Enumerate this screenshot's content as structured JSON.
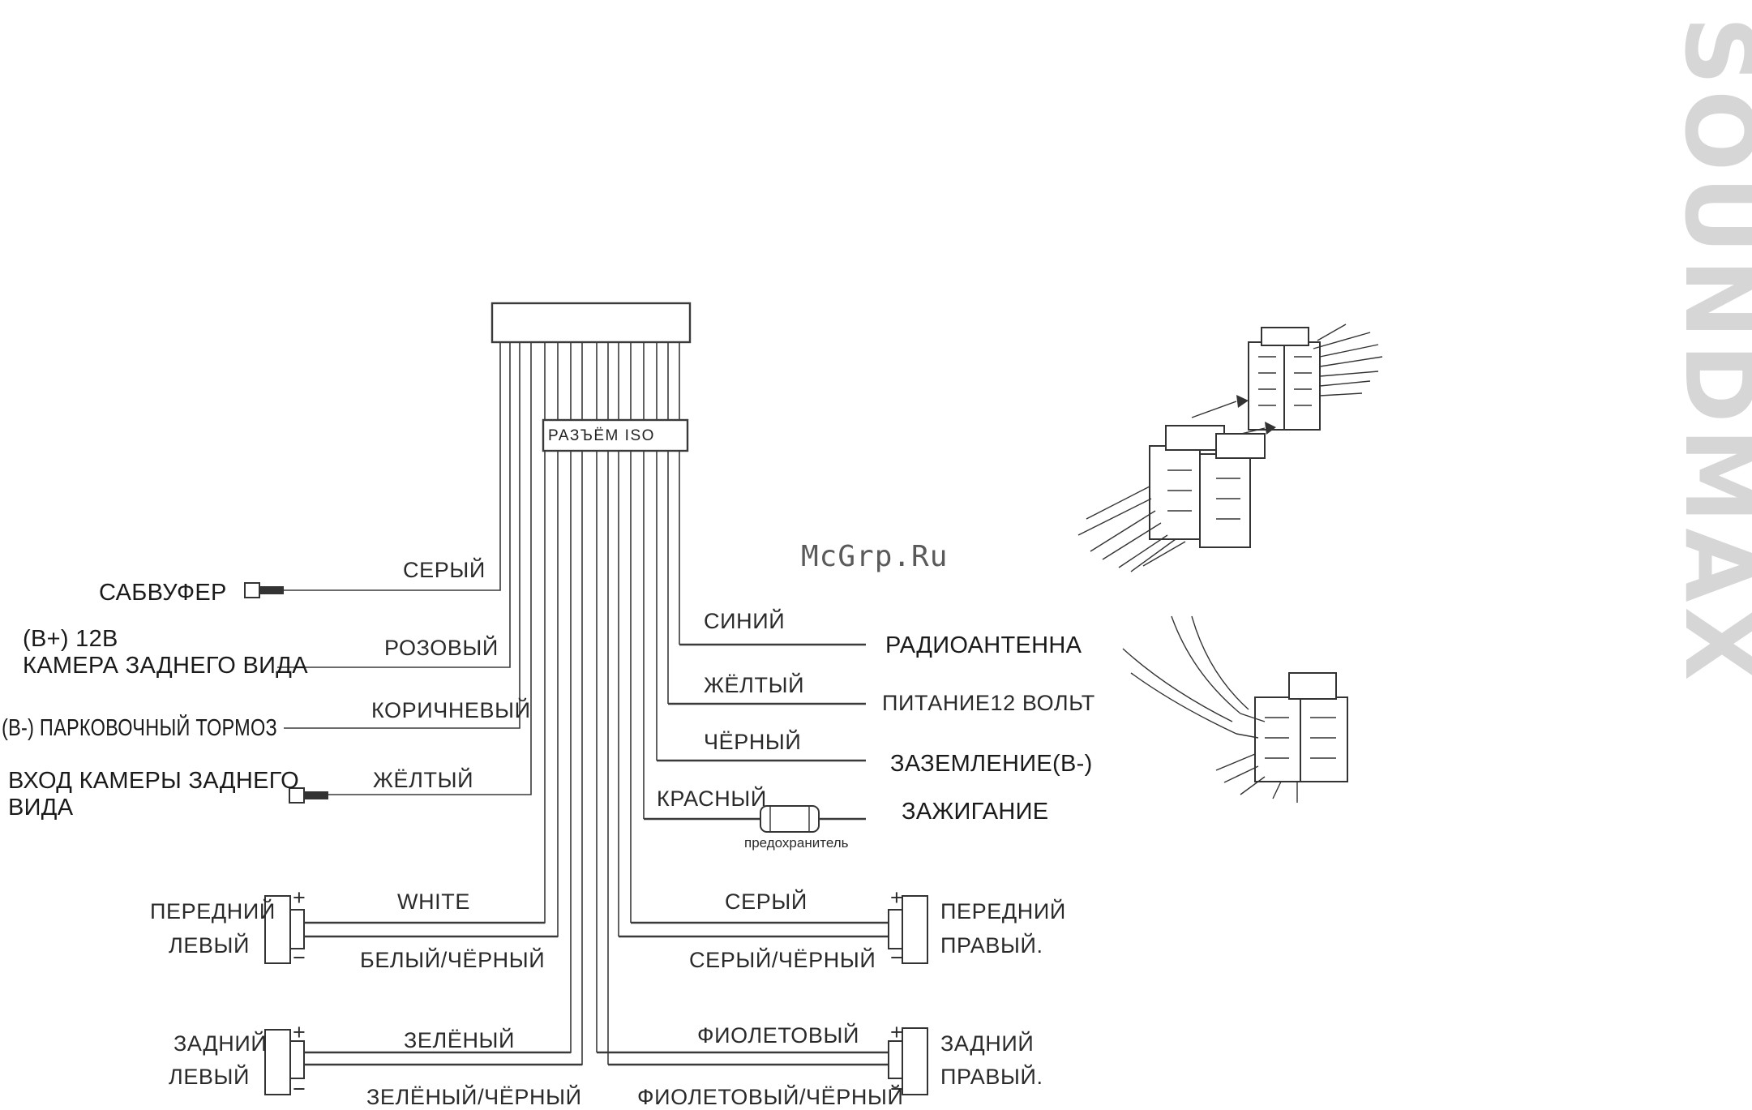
{
  "watermark": "SOUNDMAX",
  "site": "McGrp.Ru",
  "iso_label": "РАЗЪЁМ ISO",
  "left": {
    "subwoofer": {
      "device": "САБВУФЕР",
      "wire": "СЕРЫЙ"
    },
    "camera_power": {
      "device_line1": "(B+) 12В",
      "device_line2": "КАМЕРА ЗАДНЕГО ВИДА",
      "wire": "РОЗОВЫЙ"
    },
    "parking": {
      "device": "(B-) ПАРКОВОЧНЫЙ ТОРМОЗ",
      "wire": "КОРИЧНЕВЫЙ"
    },
    "camera_input": {
      "device_line1": "ВХОД КАМЕРЫ ЗАДНЕГО",
      "device_line2": "ВИДА",
      "wire": "ЖЁЛТЫЙ"
    }
  },
  "right": {
    "antenna": {
      "wire": "СИНИЙ",
      "device": "РАДИОАНТЕННА"
    },
    "power": {
      "wire": "ЖЁЛТЫЙ",
      "device": "ПИТАНИЕ12 ВОЛЬТ"
    },
    "ground": {
      "wire": "ЧЁРНЫЙ",
      "device": "ЗАЗЕМЛЕНИЕ(B-)"
    },
    "ignition": {
      "wire": "КРАСНЫЙ",
      "device": "ЗАЖИГАНИЕ",
      "fuse": "предохранитель"
    }
  },
  "speakers": {
    "front_left": {
      "line1": "ПЕРЕДНИЙ",
      "line2": "ЛЕВЫЙ",
      "wire_pos": "WHITE",
      "wire_neg": "БЕЛЫЙ/ЧЁРНЫЙ"
    },
    "rear_left": {
      "line1": "ЗАДНИЙ",
      "line2": "ЛЕВЫЙ",
      "wire_pos": "ЗЕЛЁНЫЙ",
      "wire_neg": "ЗЕЛЁНЫЙ/ЧЁРНЫЙ"
    },
    "front_right": {
      "line1": "ПЕРЕДНИЙ",
      "line2": "ПРАВЫЙ.",
      "wire_pos": "СЕРЫЙ",
      "wire_neg": "СЕРЫЙ/ЧЁРНЫЙ"
    },
    "rear_right": {
      "line1": "ЗАДНИЙ",
      "line2": "ПРАВЫЙ.",
      "wire_pos": "ФИОЛЕТОВЫЙ",
      "wire_neg": "ФИОЛЕТОВЫЙ/ЧЁРНЫЙ"
    }
  },
  "polarity": {
    "plus": "+",
    "minus": "−"
  }
}
